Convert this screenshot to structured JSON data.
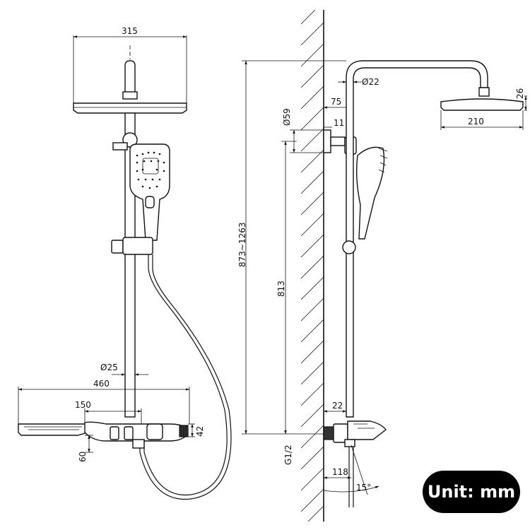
{
  "dimensions": {
    "top_width": "315",
    "left_pipe_dia": "Ø25",
    "shelf_width": "460",
    "shelf_offset": "150",
    "body_height": "42",
    "body_drop": "60",
    "arm_dia": "Ø22",
    "wall_offset": "75",
    "wall_plate_dia": "Ø59",
    "plate_gap": "11",
    "adjust_height": "873~1263",
    "valve_height": "813",
    "head_height": "26",
    "head_width": "210",
    "spout_gap": "22",
    "thread": "G1/2",
    "spout_reach": "118",
    "spout_angle": "15°"
  },
  "badge": {
    "unit_label": "Unit: mm"
  }
}
